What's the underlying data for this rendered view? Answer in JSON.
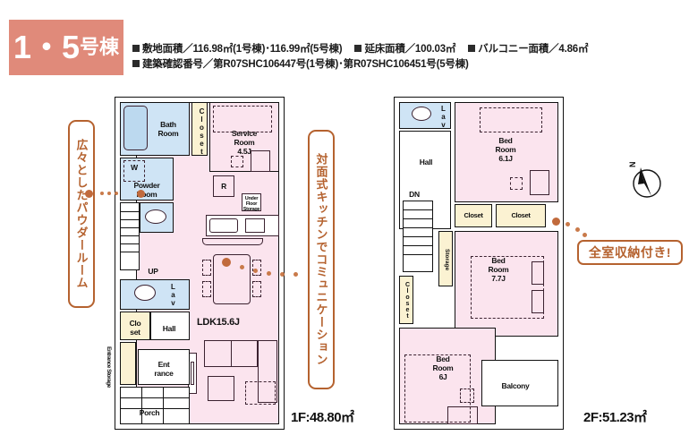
{
  "header": {
    "unit_badge_main": "1・5",
    "unit_badge_suffix": "号棟",
    "spec_line1": [
      "敷地面積／116.98㎡(1号棟)･116.99㎡(5号棟)",
      "延床面積／100.03㎡",
      "バルコニー面積／4.86㎡"
    ],
    "spec_line2": [
      "建築確認番号／第R07SHC106447号(1号棟)･第R07SHC106451号(5号棟)"
    ]
  },
  "callouts": {
    "left": "広々としたパウダールーム",
    "center": "対面式キッチンでコミュニケーション",
    "right": "全室収納付き!"
  },
  "compass": {
    "label": "N"
  },
  "floor1": {
    "area_caption": "1F:48.80㎡",
    "rooms": {
      "bath": "Bath\nRoom",
      "bath_l1": "Bath",
      "bath_l2": "Room",
      "closet_top": "Closet",
      "service_l1": "Service",
      "service_l2": "Room",
      "service_l3": "4.5J",
      "washer": "W",
      "powder_l1": "Powder",
      "powder_l2": "Room",
      "fridge": "R",
      "under_floor_l1": "Under",
      "under_floor_l2": "Floor",
      "under_floor_l3": "Storage",
      "up": "UP",
      "lav": "Lav.",
      "closet_mid_l1": "Clo",
      "closet_mid_l2": "set",
      "hall": "Hall",
      "entrance_l1": "Ent",
      "entrance_l2": "rance",
      "porch": "Porch",
      "entrance_storage": "Entrance Storage",
      "ldk": "LDK15.6J"
    }
  },
  "floor2": {
    "area_caption": "2F:51.23㎡",
    "rooms": {
      "lav": "Lav.",
      "hall": "Hall",
      "dn": "DN",
      "bed1_l1": "Bed",
      "bed1_l2": "Room",
      "bed1_l3": "6.1J",
      "closet_a": "Closet",
      "closet_b": "Closet",
      "closet_c": "Closet",
      "storage": "Storage",
      "bed2_l1": "Bed",
      "bed2_l2": "Room",
      "bed2_l3": "7.7J",
      "bed3_l1": "Bed",
      "bed3_l2": "Room",
      "bed3_l3": "6J",
      "balcony": "Balcony"
    }
  },
  "colors": {
    "badge": "#e08a7a",
    "callout": "#b5622f",
    "living_fill": "#fbe4ee",
    "wet_fill": "#cfe4f5",
    "closet_fill": "#fbf2d2",
    "wall": "#a8a8a8"
  }
}
